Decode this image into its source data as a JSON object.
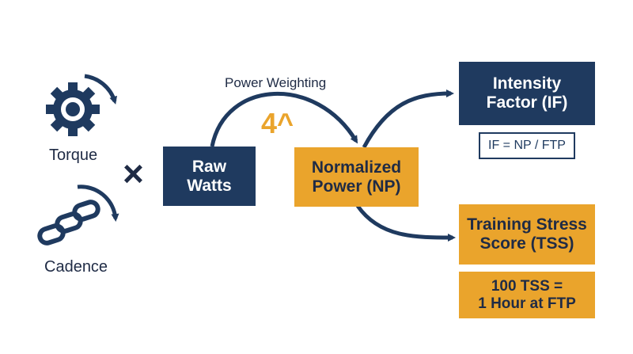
{
  "inputs": {
    "torque_label": "Torque",
    "cadence_label": "Cadence",
    "multiply_symbol": "×"
  },
  "boxes": {
    "raw_watts": "Raw\nWatts",
    "normalized_power": "Normalized\nPower (NP)",
    "intensity_factor": "Intensity\nFactor (IF)",
    "if_formula": "IF = NP / FTP",
    "tss": "Training Stress\nScore (TSS)",
    "tss_note": "100 TSS =\n1 Hour at FTP"
  },
  "arrow_labels": {
    "power_weighting": "Power Weighting",
    "exponent": "4^"
  },
  "colors": {
    "navy": "#1f3a5f",
    "gold": "#eaa42c",
    "text_dark": "#1f2b45"
  },
  "icons": [
    "gear-icon",
    "cycle-arrow-icon",
    "chain-icon",
    "multiply-icon",
    "arrow-icon"
  ]
}
